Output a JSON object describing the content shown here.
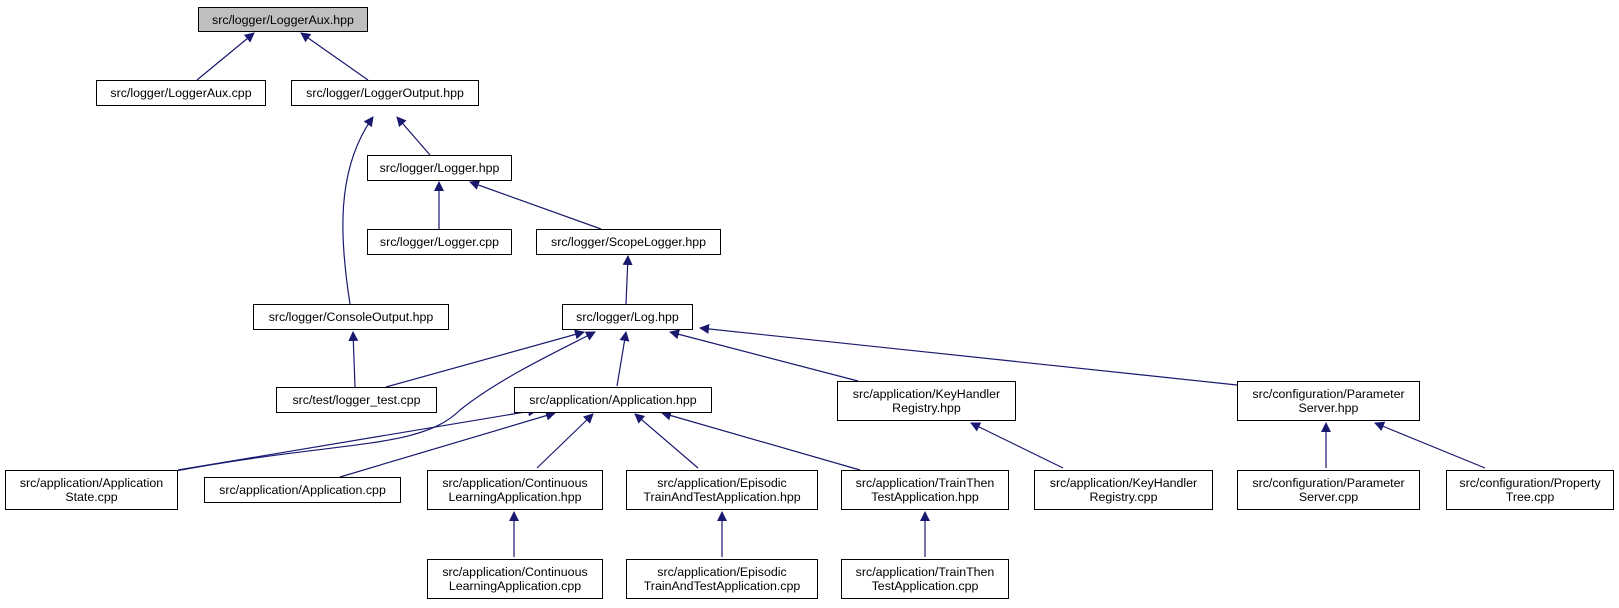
{
  "colors": {
    "edge": "#191970",
    "root_fill": "#bfbfbf",
    "node_fill": "#ffffff",
    "border": "#000000"
  },
  "nodes": {
    "loggeraux_hpp": "src/logger/LoggerAux.hpp",
    "loggeraux_cpp": "src/logger/LoggerAux.cpp",
    "loggeroutput_hpp": "src/logger/LoggerOutput.hpp",
    "logger_hpp": "src/logger/Logger.hpp",
    "logger_cpp": "src/logger/Logger.cpp",
    "scopelogger_hpp": "src/logger/ScopeLogger.hpp",
    "consoleoutput_hpp": "src/logger/ConsoleOutput.hpp",
    "log_hpp": "src/logger/Log.hpp",
    "logger_test_cpp": "src/test/logger_test.cpp",
    "application_hpp": "src/application/Application.hpp",
    "keyhandler_hpp": "src/application/KeyHandler\nRegistry.hpp",
    "paramserver_hpp": "src/configuration/Parameter\nServer.hpp",
    "appstate_cpp": "src/application/Application\nState.cpp",
    "application_cpp": "src/application/Application.cpp",
    "continuous_hpp": "src/application/Continuous\nLearningApplication.hpp",
    "episodic_hpp": "src/application/Episodic\nTrainAndTestApplication.hpp",
    "trainthen_hpp": "src/application/TrainThen\nTestApplication.hpp",
    "keyhandler_cpp": "src/application/KeyHandler\nRegistry.cpp",
    "paramserver_cpp": "src/configuration/Parameter\nServer.cpp",
    "propertytree_cpp": "src/configuration/Property\nTree.cpp",
    "continuous_cpp": "src/application/Continuous\nLearningApplication.cpp",
    "episodic_cpp": "src/application/Episodic\nTrainAndTestApplication.cpp",
    "trainthen_cpp": "src/application/TrainThen\nTestApplication.cpp"
  }
}
